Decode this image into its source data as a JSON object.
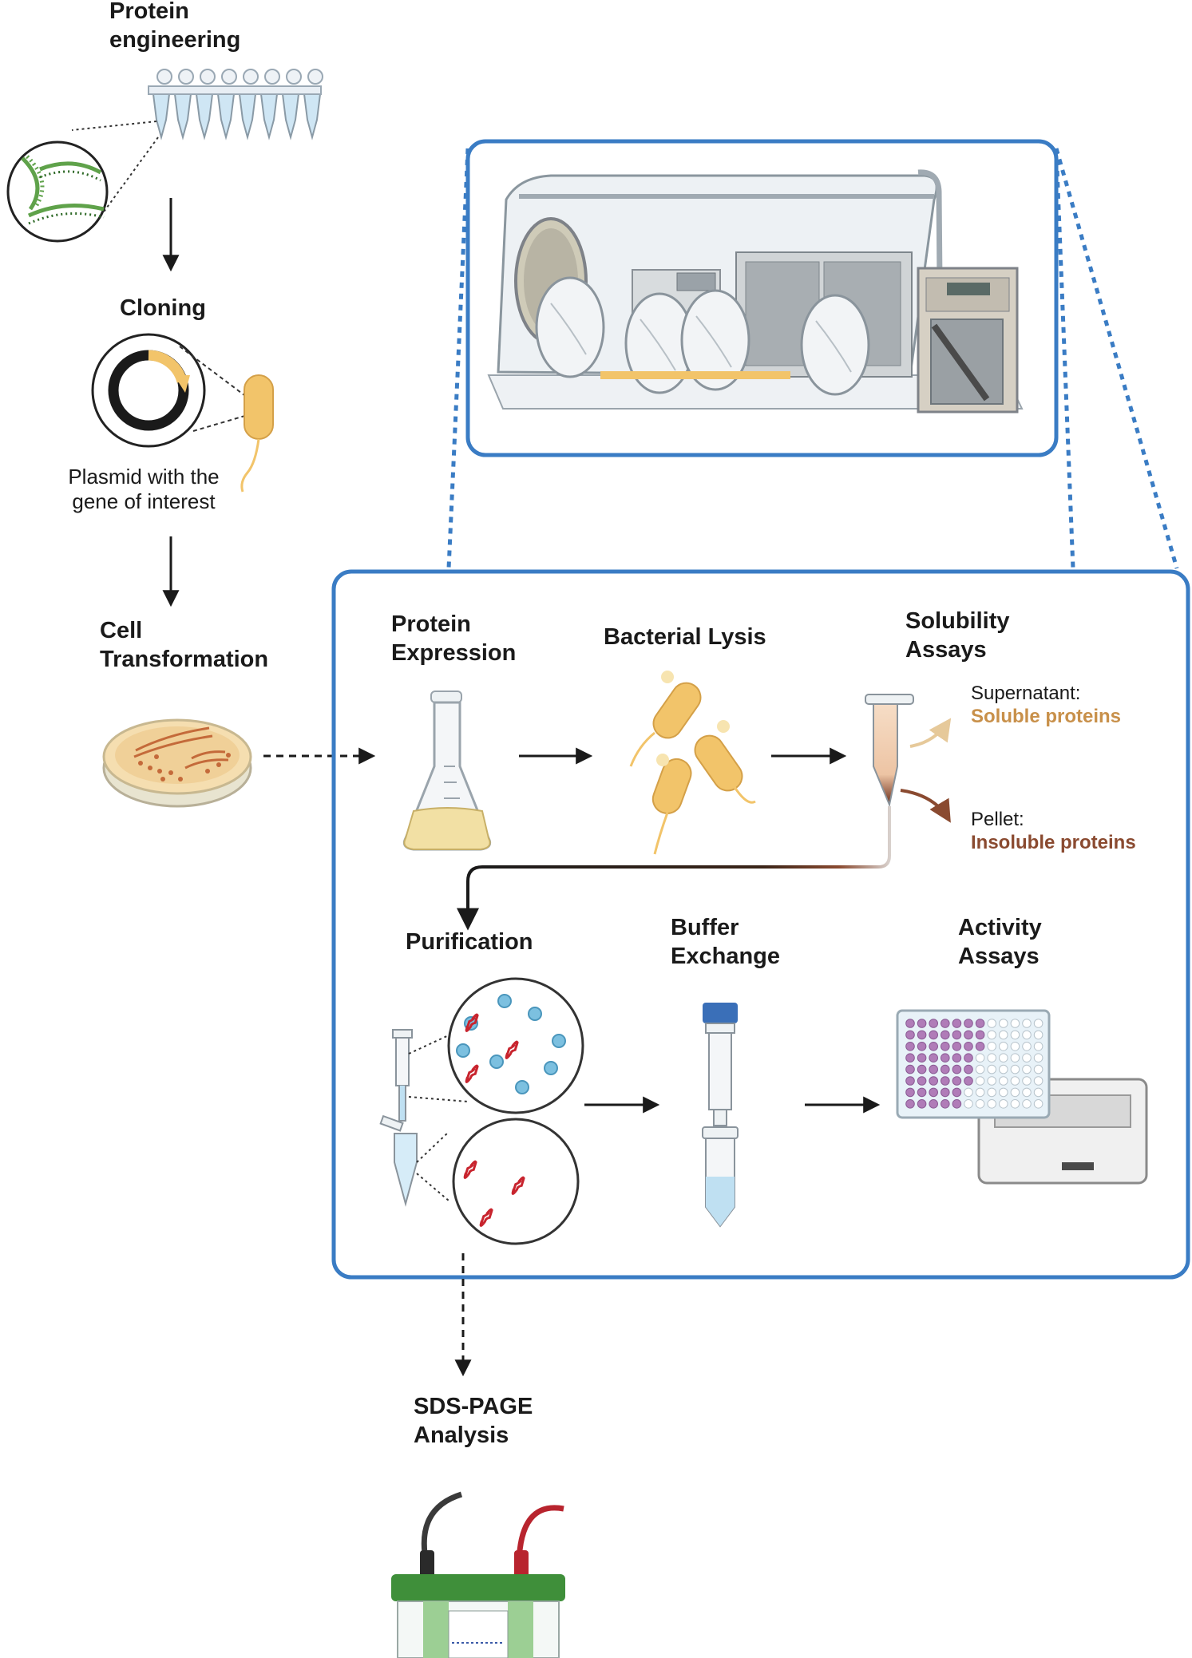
{
  "steps": {
    "protein_engineering": [
      "Protein",
      "engineering"
    ],
    "cloning": "Cloning",
    "plasmid_caption": [
      "Plasmid with the",
      "gene of interest"
    ],
    "cell_transformation": [
      "Cell",
      "Transformation"
    ],
    "protein_expression": [
      "Protein",
      "Expression"
    ],
    "bacterial_lysis": "Bacterial Lysis",
    "solubility_assays": [
      "Solubility",
      "Assays"
    ],
    "purification": "Purification",
    "buffer_exchange": [
      "Buffer",
      "Exchange"
    ],
    "activity_assays": [
      "Activity",
      "Assays"
    ],
    "sds_page": [
      "SDS-PAGE",
      "Analysis"
    ]
  },
  "fractions": {
    "supernatant": {
      "title": "Supernatant:",
      "subtitle": "Soluble proteins",
      "color": "#c8904a"
    },
    "pellet": {
      "title": "Pellet:",
      "subtitle": "Insoluble proteins",
      "color": "#8a4a30"
    }
  },
  "colors": {
    "frame_blue": "#3a7cc4",
    "arrow": "#1a1a1a",
    "bacteria": "#f2c46a",
    "protein_red": "#c8242e",
    "gel_green": "#3f8f3a"
  },
  "icons": [
    "pcr-tube-strip-icon",
    "dna-icon",
    "plasmid-icon",
    "bacterium-icon",
    "petri-dish-icon",
    "anaerobic-chamber-icon",
    "erlenmeyer-flask-icon",
    "lysed-bacteria-icon",
    "centrifuge-tube-icon",
    "purification-column-icon",
    "spin-concentrator-icon",
    "plate-reader-icon",
    "gel-electrophoresis-icon"
  ]
}
